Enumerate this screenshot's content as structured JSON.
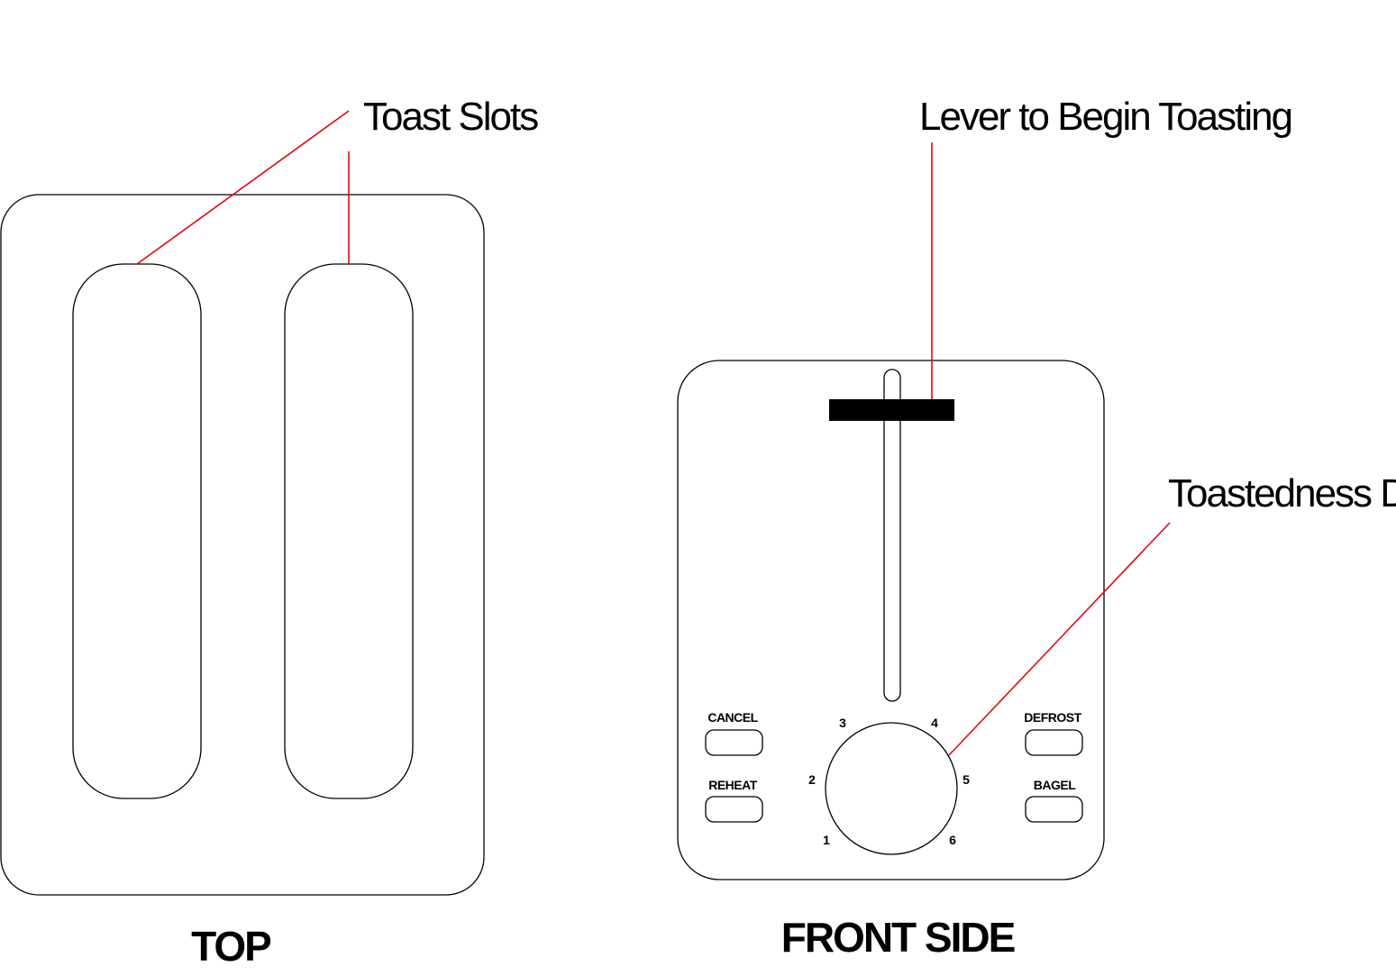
{
  "colors": {
    "leader_line": "#e30613",
    "outline": "#000000",
    "lever_handle": "#000000",
    "background": "#ffffff"
  },
  "callouts": {
    "toast_slots": "Toast Slots",
    "lever": "Lever to Begin Toasting",
    "dial": "Toastedness Dial"
  },
  "views": {
    "top": {
      "caption": "TOP"
    },
    "front": {
      "caption": "FRONT SIDE"
    }
  },
  "buttons": {
    "cancel": "CANCEL",
    "reheat": "REHEAT",
    "defrost": "DEFROST",
    "bagel": "BAGEL"
  },
  "dial": {
    "numbers": [
      "1",
      "2",
      "3",
      "4",
      "5",
      "6"
    ]
  }
}
